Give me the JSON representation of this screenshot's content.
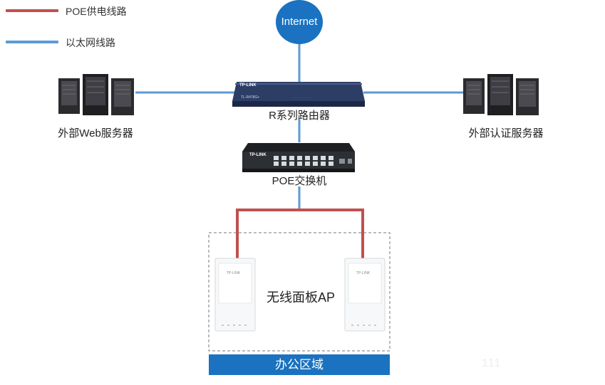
{
  "legend": {
    "poe_line_label": "POE供电线路",
    "ethernet_line_label": "以太网线路",
    "poe_color": "#c0504d",
    "ethernet_color": "#5b9bd5"
  },
  "nodes": {
    "internet": {
      "label": "Internet",
      "color": "#1a72c0"
    },
    "router": {
      "label": "R系列路由器",
      "brand": "TP-LINK"
    },
    "poe_switch": {
      "label": "POE交换机",
      "brand": "TP-LINK"
    },
    "web_server": {
      "label": "外部Web服务器"
    },
    "auth_server": {
      "label": "外部认证服务器"
    },
    "panel_ap": {
      "label": "无线面板AP",
      "brand": "TP-LINK"
    }
  },
  "zone": {
    "label": "办公区域",
    "color": "#1a72c0"
  },
  "watermark": "111"
}
